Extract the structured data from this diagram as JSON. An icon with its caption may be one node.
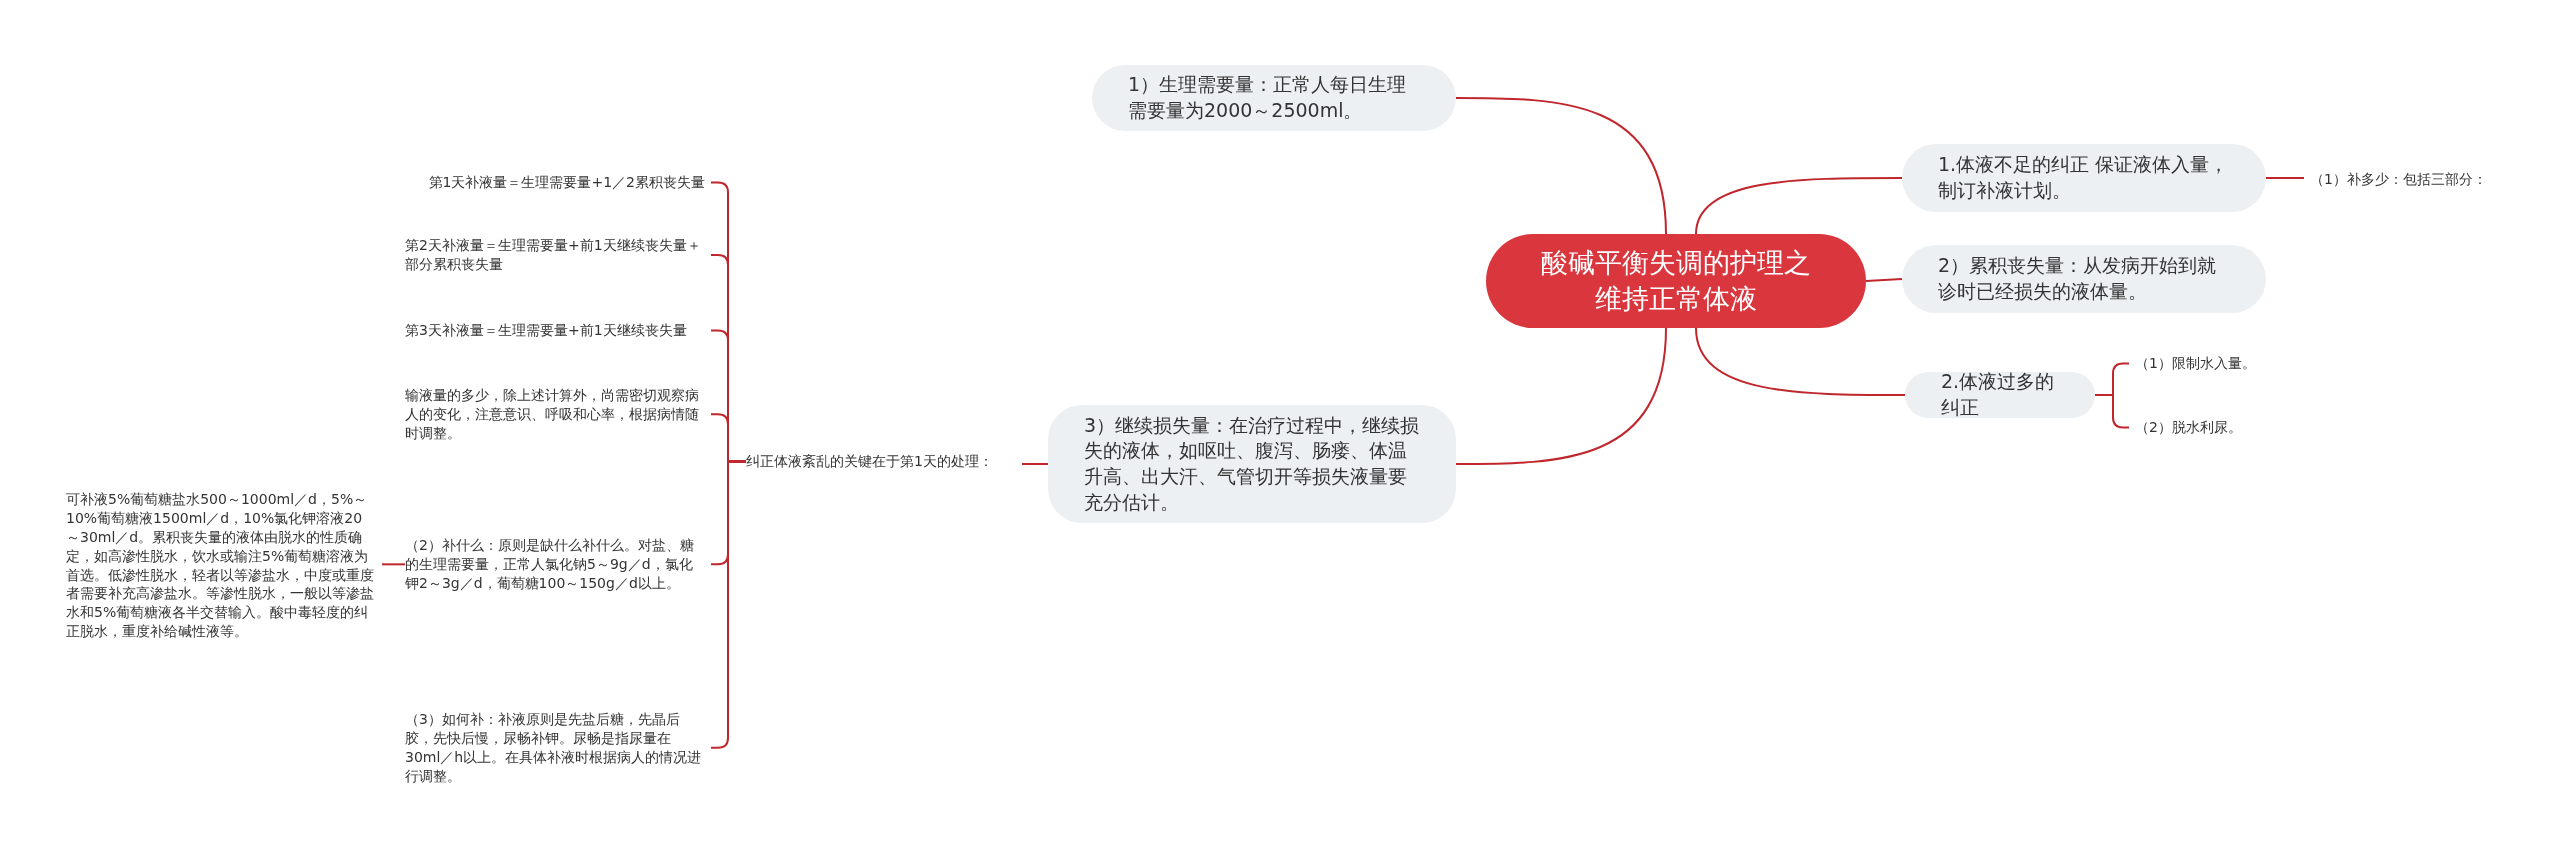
{
  "diagram": {
    "nodes": [
      {
        "text": [
          "酸碱平衡失调的护理之维持正常体液"
        ]
      },
      {
        "text": [
          "1.体液不足的纠正  保证液体入量，制订补液计划。"
        ]
      },
      {
        "text": [
          "（1）补多少：包括三部分："
        ]
      },
      {
        "text": [
          "2）累积丧失量：从发病开始到就诊时已经损失的液体量。"
        ]
      },
      {
        "text": [
          "2.体液过多的纠正"
        ]
      },
      {
        "text": [
          "（1）限制水入量。"
        ]
      },
      {
        "text": [
          "（2）脱水利尿。"
        ]
      },
      {
        "text": [
          "1）生理需要量：正常人每日生理需要量为2000～2500ml。"
        ]
      },
      {
        "text": [
          "3）继续损失量：在治疗过程中，继续损失的液体，如呕吐、腹泻、肠瘘、体温升高、出大汗、气管切开等损失液量要充分估计。"
        ]
      },
      {
        "text": [
          "纠正体液紊乱的关键在于第1天的处理："
        ]
      },
      {
        "text": [
          "第1天补液量＝生理需要量+1／2累积丧失量"
        ]
      },
      {
        "text": [
          "第2天补液量＝生理需要量+前1天继续丧失量＋部分累积丧失量"
        ]
      },
      {
        "text": [
          "第3天补液量＝生理需要量+前1天继续丧失量"
        ]
      },
      {
        "text": [
          "输液量的多少，除上述计算外，尚需密切观察病人的变化，注意意识、呼吸和心率，根据病情随时调整。"
        ]
      },
      {
        "text": [
          "（2）补什么：原则是缺什么补什么。对盐、糖的生理需要量，正常人氯化钠5～9g／d，氯化钾2～3g／d，葡萄糖100～150g／d以上。"
        ]
      },
      {
        "text": [
          "（3）如何补：补液原则是先盐后糖，先晶后胶，先快后慢，尿畅补钾。尿畅是指尿量在30ml／h以上。在具体补液时根据病人的情况进行调整。"
        ]
      },
      {
        "text": [
          "可补液5%葡萄糖盐水500～1000ml／d，5%～10%葡萄糖液1500ml／d，10%氯化钾溶液20～30ml／d。累积丧失量的液体由脱水的性质确定，如高渗性脱水，饮水或输注5%葡萄糖溶液为首选。低渗性脱水，轻者以等渗盐水，中度或重度者需要补充高渗盐水。等渗性脱水，一般以等渗盐水和5%葡萄糖液各半交替输入。酸中毒轻度的纠正脱水，重度补给碱性液等。"
        ]
      }
    ],
    "edges": [
      {
        "from": 0,
        "to": 1,
        "arrow": "none"
      },
      {
        "from": 1,
        "to": 2,
        "arrow": "none"
      },
      {
        "from": 0,
        "to": 3,
        "arrow": "none"
      },
      {
        "from": 0,
        "to": 4,
        "arrow": "none"
      },
      {
        "from": 4,
        "to": 5,
        "arrow": "none"
      },
      {
        "from": 4,
        "to": 6,
        "arrow": "none"
      },
      {
        "from": 0,
        "to": 7,
        "arrow": "none"
      },
      {
        "from": 0,
        "to": 8,
        "arrow": "none"
      },
      {
        "from": 8,
        "to": 9,
        "arrow": "none"
      },
      {
        "from": 9,
        "to": 10,
        "arrow": "none"
      },
      {
        "from": 9,
        "to": 11,
        "arrow": "none"
      },
      {
        "from": 9,
        "to": 12,
        "arrow": "none"
      },
      {
        "from": 9,
        "to": 13,
        "arrow": "none"
      },
      {
        "from": 9,
        "to": 14,
        "arrow": "none"
      },
      {
        "from": 9,
        "to": 15,
        "arrow": "none"
      },
      {
        "from": 14,
        "to": 16,
        "arrow": "none"
      }
    ]
  }
}
